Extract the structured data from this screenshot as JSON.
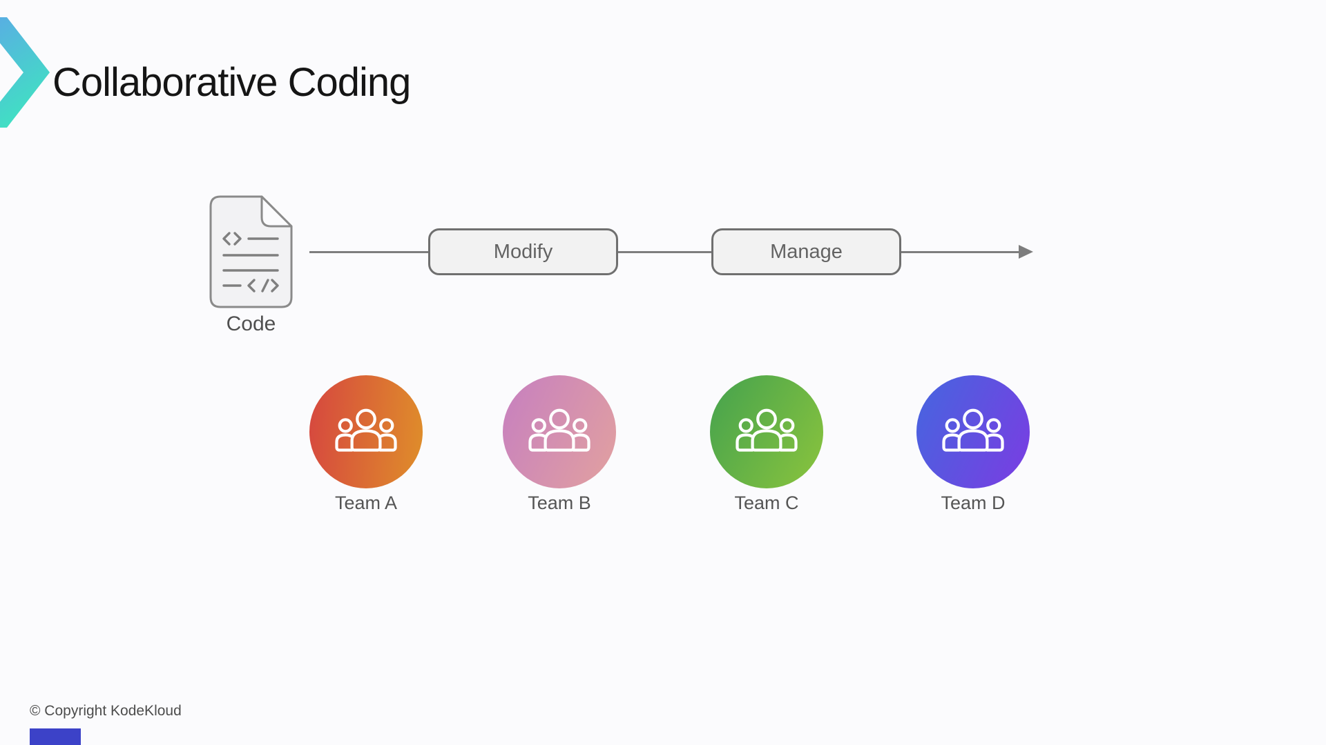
{
  "page": {
    "background": "#fbfbfd"
  },
  "header": {
    "title": "Collaborative Coding",
    "logo": {
      "icon": "kodekloud-chevron-icon",
      "gradient": {
        "from": "#5ba9e6",
        "to": "#41e0c3"
      }
    }
  },
  "flow": {
    "source": {
      "label": "Code",
      "icon": "code-document-icon"
    },
    "steps": [
      {
        "label": "Modify"
      },
      {
        "label": "Manage"
      }
    ],
    "line_color": "#7d7d7d"
  },
  "teams": [
    {
      "label": "Team A",
      "icon": "team-members-icon",
      "gradient": {
        "angle": 95,
        "from": "#d6473f",
        "to": "#df8e2a"
      }
    },
    {
      "label": "Team B",
      "icon": "team-members-icon",
      "gradient": {
        "angle": 115,
        "from": "#c67fc0",
        "to": "#e2a19f"
      }
    },
    {
      "label": "Team C",
      "icon": "team-members-icon",
      "gradient": {
        "angle": 120,
        "from": "#44a24e",
        "to": "#8bc43d"
      }
    },
    {
      "label": "Team D",
      "icon": "team-members-icon",
      "gradient": {
        "angle": 115,
        "from": "#4566df",
        "to": "#7b3ce2"
      }
    }
  ],
  "footer": {
    "copyright": "© Copyright KodeKloud",
    "accent_color": "#3c42c8"
  }
}
